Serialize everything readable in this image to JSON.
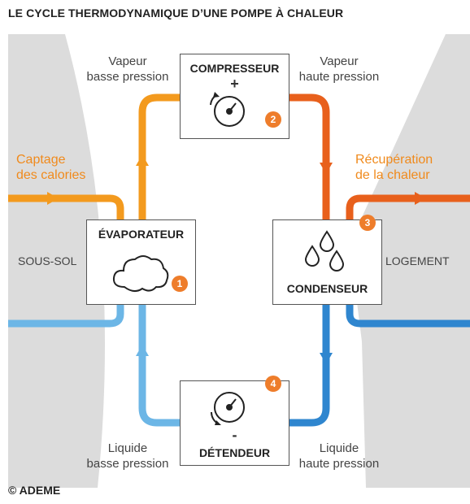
{
  "title": "LE CYCLE THERMODYNAMIQUE D’UNE POMPE À CHALEUR",
  "components": {
    "compresseur": {
      "label": "COMPRESSEUR",
      "sign": "+",
      "badge": "2"
    },
    "evaporateur": {
      "label": "ÉVAPORATEUR",
      "badge": "1"
    },
    "condenseur": {
      "label": "CONDENSEUR",
      "badge": "3"
    },
    "detendeur": {
      "label": "DÉTENDEUR",
      "sign": "-",
      "badge": "4"
    }
  },
  "flow_labels": {
    "vapeur_bp": [
      "Vapeur",
      "basse pression"
    ],
    "vapeur_hp": [
      "Vapeur",
      "haute pression"
    ],
    "liquide_bp": [
      "Liquide",
      "basse pression"
    ],
    "liquide_hp": [
      "Liquide",
      "haute pression"
    ]
  },
  "external": {
    "captage": [
      "Captage",
      "des calories"
    ],
    "recuperation": [
      "Récupération",
      "de la chaleur"
    ],
    "sous_sol": "SOUS-SOL",
    "logement": "LOGEMENT"
  },
  "copyright": "© ADEME",
  "colors": {
    "orange": "#f39a1e",
    "dark_orange": "#e8601c",
    "light_blue": "#6cb6e6",
    "blue": "#2f86cf",
    "badge": "#ee7d2b",
    "shade": "#d9d9d9"
  }
}
